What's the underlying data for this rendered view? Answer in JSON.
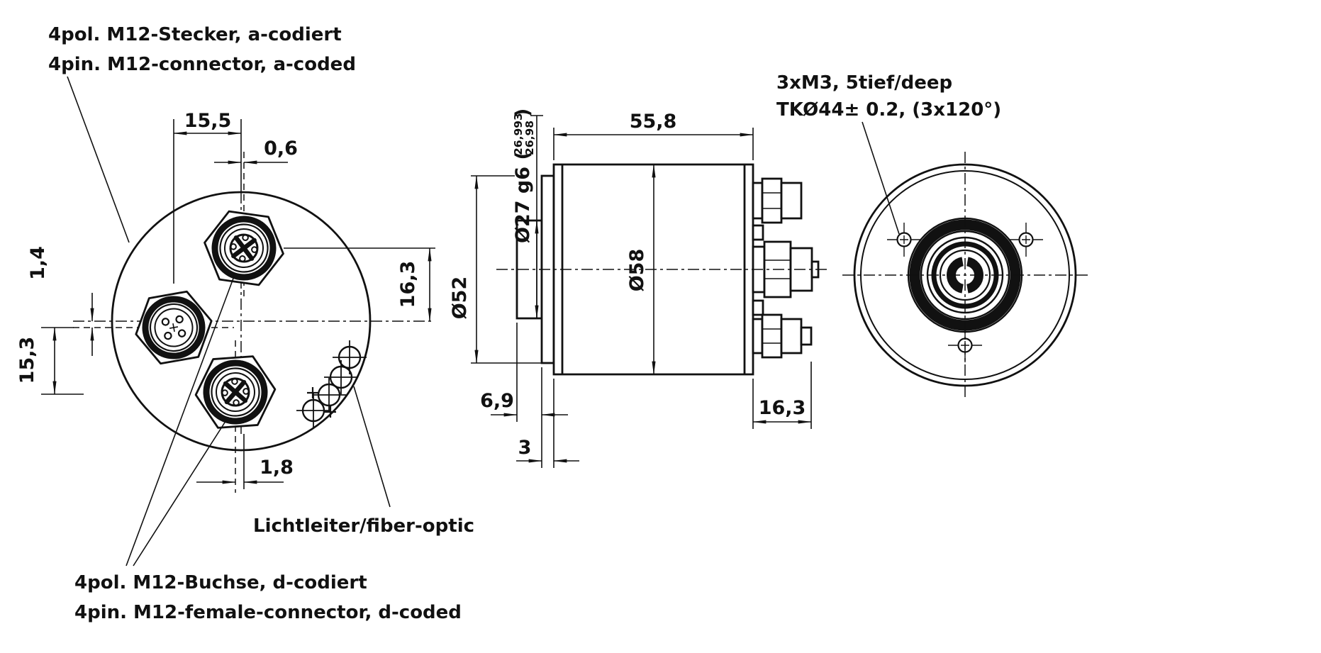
{
  "front": {
    "labels": {
      "a1": "4pol. M12-Stecker, a-codiert",
      "a2": "4pin. M12-connector, a-coded",
      "d1": "4pol. M12-Buchse, d-codiert",
      "d2": "4pin. M12-female-connector, d-coded",
      "fiber": "Lichtleiter/fiber-optic"
    },
    "dims": {
      "left_conn_offset_x": "15,5",
      "top_conn_offset_x": "0,6",
      "left_conn_offset_y": "1,4",
      "bottom_conn_offset_y": "15,3",
      "top_conn_offset_y": "16,3",
      "bottom_conn_offset_x": "1,8"
    }
  },
  "side": {
    "dims": {
      "body_length": "55,8",
      "shaft_dia_prefix": "Ø27 g6 (",
      "shaft_tol_hi": "26,993",
      "shaft_tol_lo": "26,98",
      "shaft_dia_suffix": ")",
      "collar_dia": "Ø52",
      "body_dia": "Ø58",
      "shaft_length": "6,9",
      "collar_length": "3",
      "connector_length": "16,3"
    }
  },
  "rear": {
    "labels": {
      "m3_holes": "3xM3, 5tief/deep",
      "tk_circle": "TKØ44± 0.2, (3x120°)"
    }
  }
}
